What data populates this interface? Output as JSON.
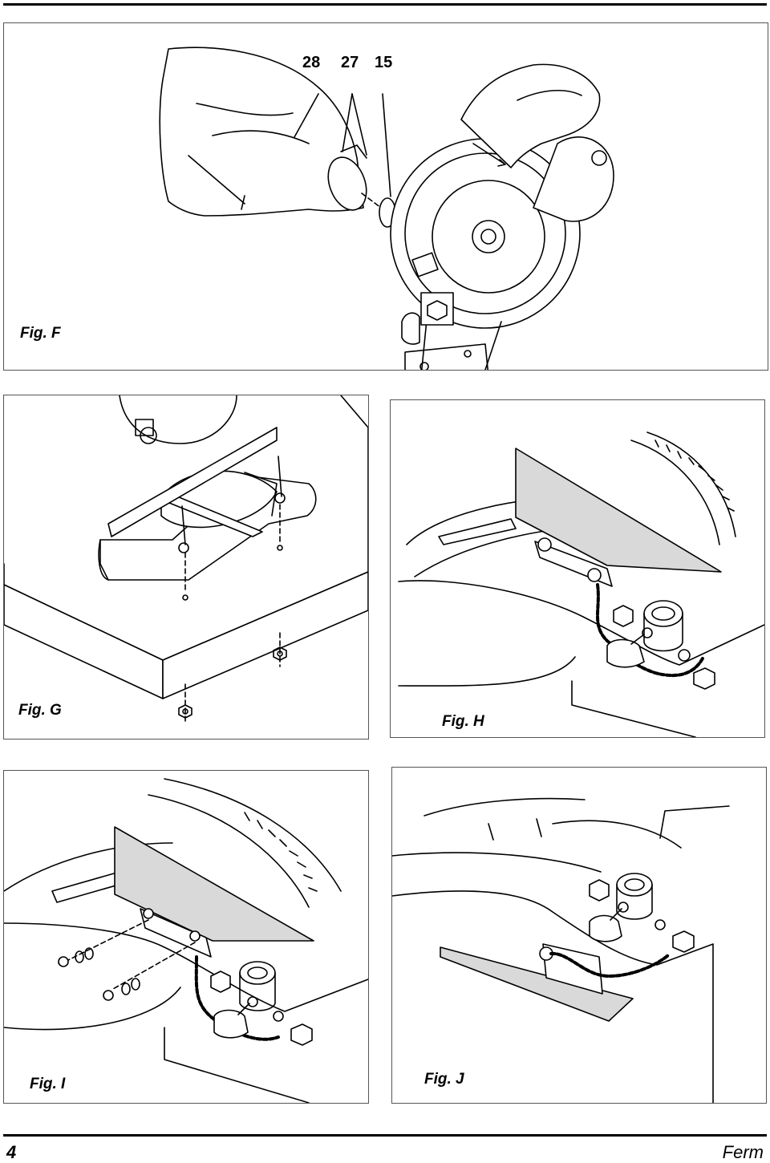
{
  "figures": {
    "f": {
      "label": "Fig. F",
      "callouts": [
        "28",
        "27",
        "15"
      ]
    },
    "g": {
      "label": "Fig. G"
    },
    "h": {
      "label": "Fig. H"
    },
    "i": {
      "label": "Fig. I"
    },
    "j": {
      "label": "Fig. J"
    }
  },
  "footer": {
    "page_number": "4",
    "brand": "Ferm"
  },
  "colors": {
    "line": "#000000",
    "fence_fill": "#d9d9d9",
    "paper": "#ffffff"
  }
}
